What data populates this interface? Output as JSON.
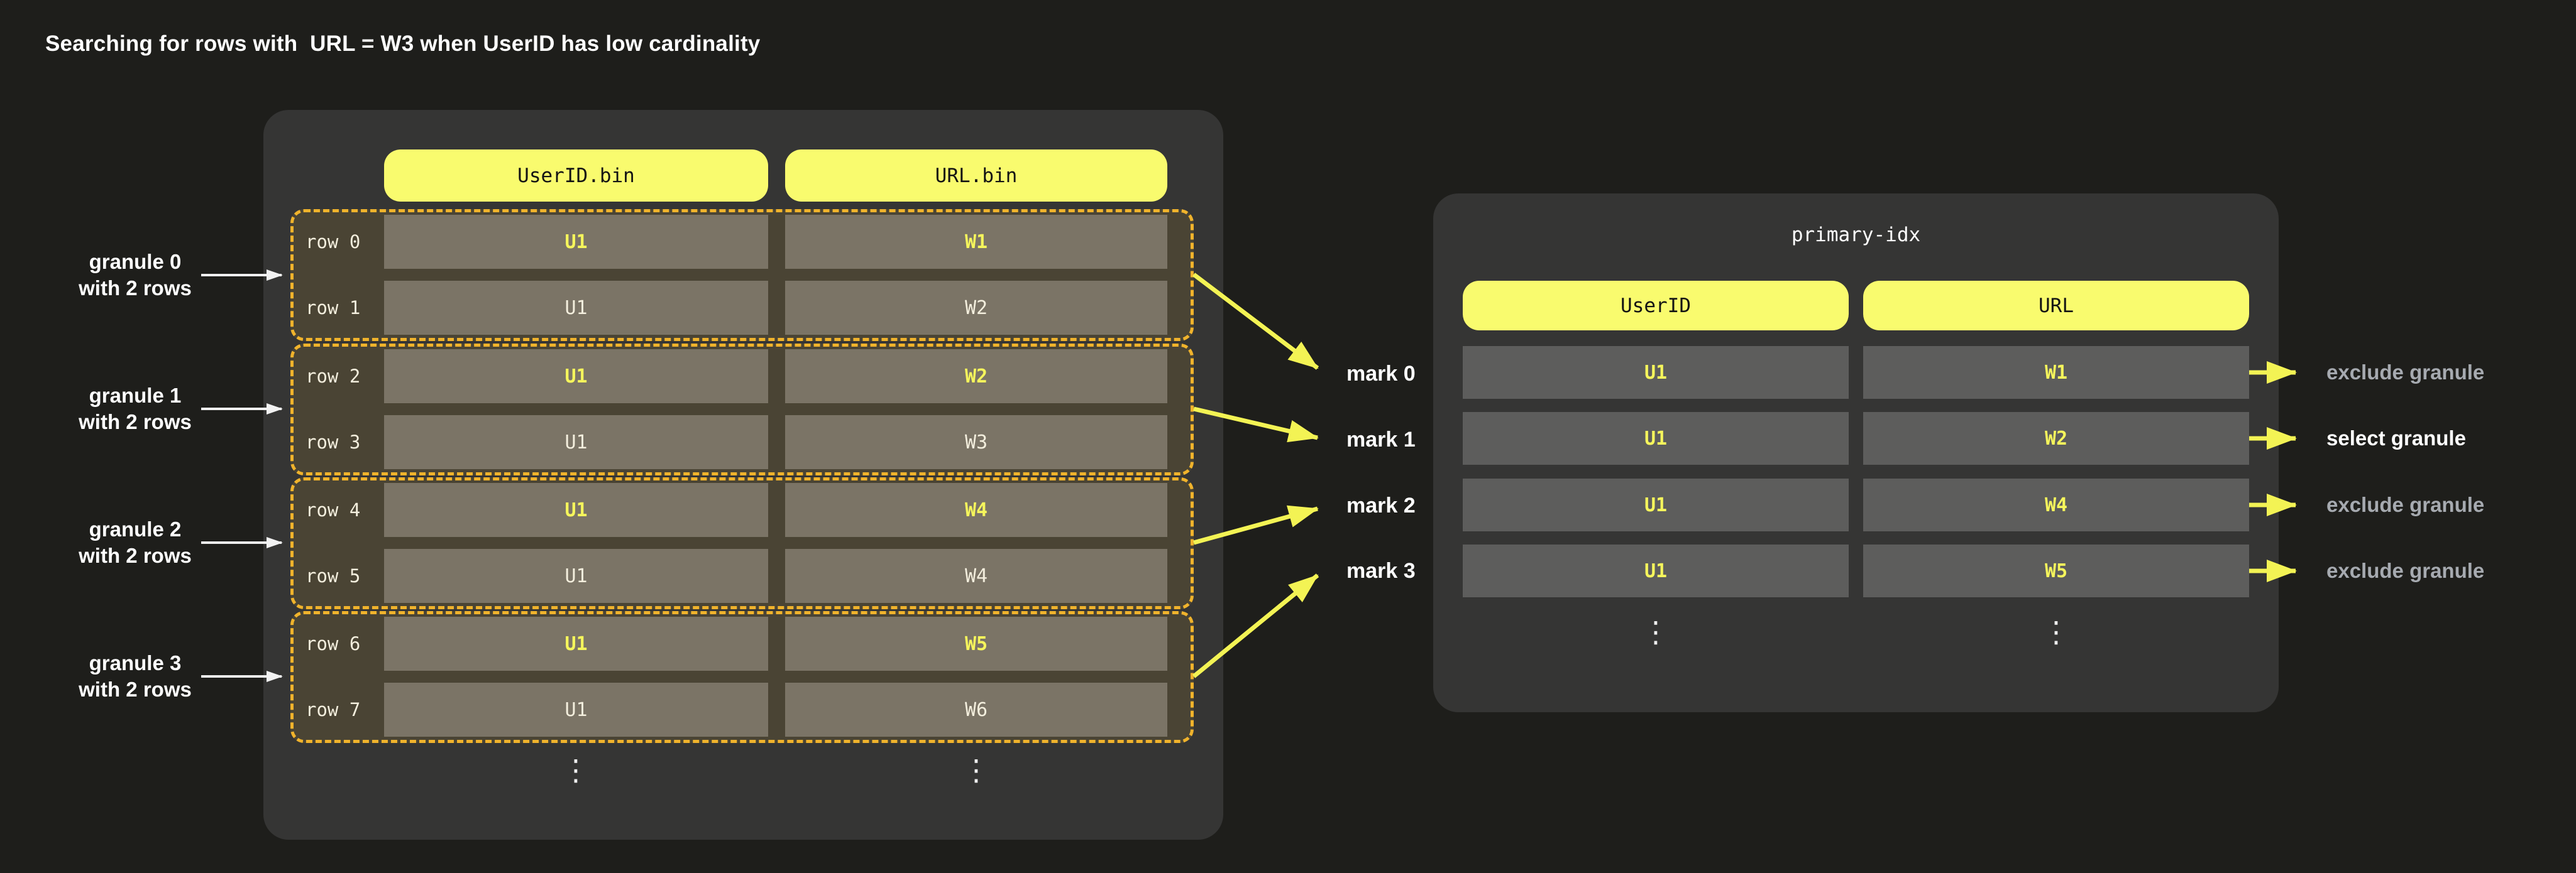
{
  "title": "Searching for rows with  URL = W3 when UserID has low cardinality",
  "colors": {
    "page_background": "#1e1e1b",
    "panel_background": "#353534",
    "pill_yellow": "#f9fb6e",
    "dashed_granule_border": "#f0b32c",
    "granule_interior": "#4a4434",
    "bin_cell": "#7b7466",
    "index_cell": "#5d5d5c",
    "accent_yellow": "#f3f354",
    "key_value_yellow": "#f5f55c",
    "cream_text": "#f3eedd",
    "muted_gray_text": "#a6aab0",
    "white_text": "#ffffff"
  },
  "bin_table": {
    "column_headers": [
      "UserID.bin",
      "URL.bin"
    ],
    "granules": [
      {
        "label_line1": "granule 0",
        "label_line2": "with 2 rows",
        "rows": [
          {
            "label": "row 0",
            "user_id": "U1",
            "url": "W1"
          },
          {
            "label": "row 1",
            "user_id": "U1",
            "url": "W2"
          }
        ]
      },
      {
        "label_line1": "granule 1",
        "label_line2": "with 2 rows",
        "rows": [
          {
            "label": "row 2",
            "user_id": "U1",
            "url": "W2"
          },
          {
            "label": "row 3",
            "user_id": "U1",
            "url": "W3"
          }
        ]
      },
      {
        "label_line1": "granule 2",
        "label_line2": "with 2 rows",
        "rows": [
          {
            "label": "row 4",
            "user_id": "U1",
            "url": "W4"
          },
          {
            "label": "row 5",
            "user_id": "U1",
            "url": "W4"
          }
        ]
      },
      {
        "label_line1": "granule 3",
        "label_line2": "with 2 rows",
        "rows": [
          {
            "label": "row 6",
            "user_id": "U1",
            "url": "W5"
          },
          {
            "label": "row 7",
            "user_id": "U1",
            "url": "W6"
          }
        ]
      }
    ],
    "ellipsis": "⋮"
  },
  "marks": [
    "mark 0",
    "mark 1",
    "mark 2",
    "mark 3"
  ],
  "primary_index": {
    "title": "primary-idx",
    "column_headers": [
      "UserID",
      "URL"
    ],
    "rows": [
      {
        "user_id": "U1",
        "url": "W1"
      },
      {
        "user_id": "U1",
        "url": "W2"
      },
      {
        "user_id": "U1",
        "url": "W4"
      },
      {
        "user_id": "U1",
        "url": "W5"
      }
    ],
    "ellipsis": "⋮"
  },
  "decisions": [
    {
      "label": "exclude granule",
      "selected": false
    },
    {
      "label": "select granule",
      "selected": true
    },
    {
      "label": "exclude granule",
      "selected": false
    },
    {
      "label": "exclude granule",
      "selected": false
    }
  ]
}
